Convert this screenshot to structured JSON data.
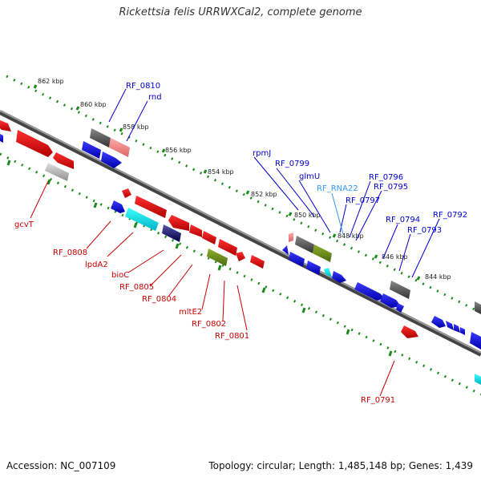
{
  "title": "Rickettsia felis URRWXCal2, complete genome",
  "footer": {
    "accession": "Accession: NC_007109",
    "stats": "Topology: circular; Length: 1,485,148 bp; Genes: 1,439"
  },
  "ticks": [
    "862 kbp",
    "860 kbp",
    "858 kbp",
    "856 kbp",
    "854 kbp",
    "852 kbp",
    "850 kbp",
    "848 kbp",
    "846 kbp",
    "844 kbp"
  ],
  "forward_labels": [
    "RF_0810",
    "rnd",
    "rpmJ",
    "RF_0799",
    "glmU",
    "RF_RNA22",
    "RF_0796",
    "RF_0795",
    "RF_0797",
    "RF_0794",
    "RF_0792",
    "RF_0793"
  ],
  "reverse_labels": [
    "gcvT",
    "RF_0808",
    "lpdA2",
    "bioC",
    "RF_0805",
    "RF_0804",
    "mltE2",
    "RF_0802",
    "RF_0801",
    "RF_0791"
  ],
  "colors": {
    "forward_cds": "#1a1aee",
    "reverse_cds": "#ee1111",
    "rna": "#1fb8e8",
    "trna": "#00e5e5",
    "pseudo": "#6e8f1c",
    "gray": "#666666",
    "forward_label": "#0000cc",
    "reverse_label": "#cc0000",
    "rna_label": "#3399ee"
  }
}
